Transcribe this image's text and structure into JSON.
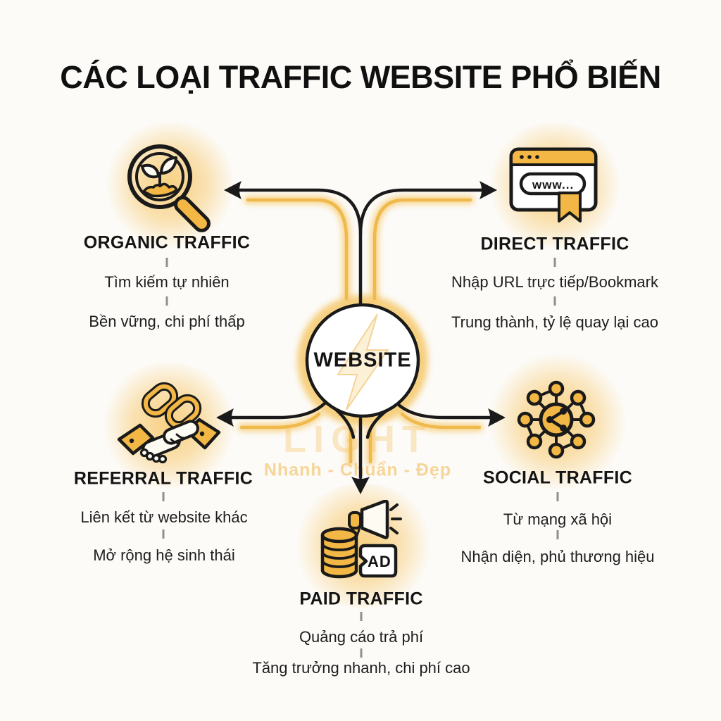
{
  "title": "CÁC LOẠI TRAFFIC WEBSITE PHỔ BIẾN",
  "center": {
    "label": "WEBSITE"
  },
  "watermark": {
    "brand": "LIGHT",
    "tagline": "Nhanh - Chuẩn - Đẹp"
  },
  "sections": {
    "organic": {
      "title": "ORGANIC TRAFFIC",
      "desc1": "Tìm kiếm tự nhiên",
      "desc2": "Bền vững, chi phí thấp",
      "icon": "magnifier-sprout-icon"
    },
    "direct": {
      "title": "DIRECT TRAFFIC",
      "desc1": "Nhập URL trực tiếp/Bookmark",
      "desc2": "Trung thành, tỷ lệ quay lại cao",
      "icon": "browser-bookmark-icon",
      "url_text": "www..."
    },
    "referral": {
      "title": "REFERRAL TRAFFIC",
      "desc1": "Liên kết từ website khác",
      "desc2": "Mở rộng hệ sinh thái",
      "icon": "handshake-link-icon"
    },
    "social": {
      "title": "SOCIAL TRAFFIC",
      "desc1": "Từ mạng xã hội",
      "desc2": "Nhận diện, phủ thương hiệu",
      "icon": "share-network-icon"
    },
    "paid": {
      "title": "PAID TRAFFIC",
      "desc1": "Quảng cáo trả phí",
      "desc2": "Tăng trưởng nhanh, chi phí cao",
      "icon": "megaphone-ad-icon",
      "ad_text": "AD"
    }
  },
  "colors": {
    "gold": "#F2B744",
    "gold_line": "#EFB94B",
    "glow": "#F6C35B",
    "ink": "#1A1A1A",
    "background": "#FCFBF8"
  }
}
